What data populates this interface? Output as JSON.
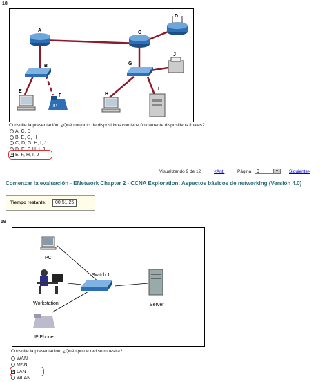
{
  "q18": {
    "number": "18",
    "device_labels": {
      "a": "A",
      "b": "B",
      "c": "C",
      "d": "D",
      "e": "E",
      "f": "F",
      "g": "G",
      "h": "H",
      "i": "I",
      "j": "J",
      "ip": "IP"
    },
    "question": "Consulte la presentación. ¿Qué conjunto de dispositivos contiene únicamente dispositivos finales?",
    "options": [
      "A, C, D",
      "B, E, G, H",
      "C, D, G, H, I, J",
      "D, E, F, H, I, J",
      "E, F, H, I, J"
    ],
    "selected_index": 4
  },
  "nav": {
    "status": "Visualizando 9 de 12",
    "prev": "<Ant.",
    "page_label": "Página:",
    "page_value": "9",
    "next": "Siguiente>"
  },
  "exam_title": "Comenzar la evaluación - ENetwork Chapter 2 - CCNA Exploration: Aspectos básicos de networking (Versión 4.0)",
  "timer": {
    "label": "Tiempo restante:",
    "value": "00:51:25"
  },
  "q19": {
    "number": "19",
    "labels": {
      "pc": "PC",
      "switch": "Switch 1",
      "workstation": "Workstation",
      "server": "Server",
      "ip_phone": "IP Phone"
    },
    "question": "Consulte la presentación. ¿Qué tipo de red se muestra?",
    "options": [
      "WAN",
      "MAN",
      "LAN",
      "WLAN"
    ],
    "selected_index": 2
  },
  "colors": {
    "link_line": "#8b1a2b",
    "title": "#2a6b77",
    "router": "#2d6fb5",
    "highlight": "#dd3333"
  }
}
